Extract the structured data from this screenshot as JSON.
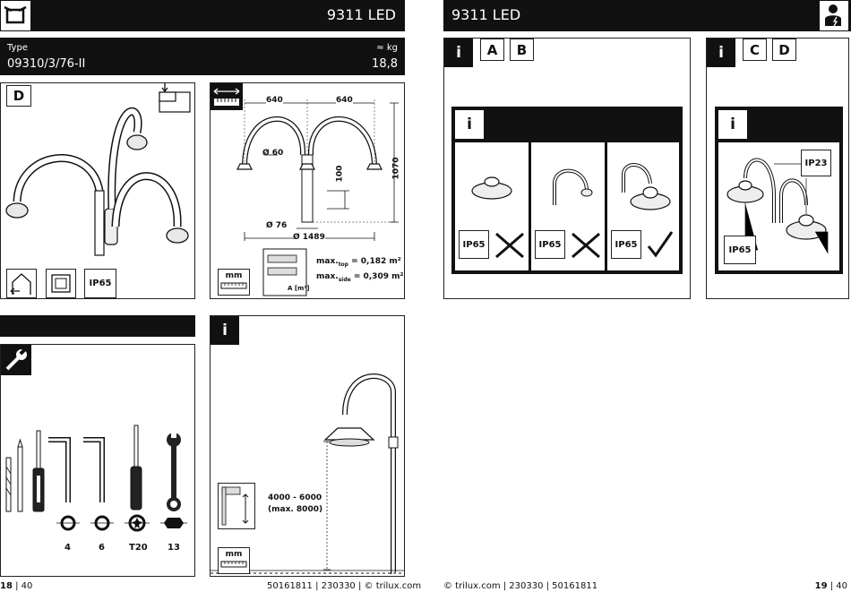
{
  "left_page": {
    "header_title": "9311 LED",
    "type_label": "Type",
    "type_value": "09310/3/76-II",
    "weight_unit": "≈ kg",
    "weight_value": "18,8",
    "panel_d_tag": "D",
    "ip_badge": "IP65",
    "dims": {
      "w_left": "640",
      "w_right": "640",
      "d60": "Ø 60",
      "d76": "Ø 76",
      "d1489": "Ø 1489",
      "h100": "100",
      "h1070": "1070",
      "mm": "mm",
      "area_unit": "A [m²]",
      "max_top": "max.",
      "top_sub": "top",
      "top_val": "= 0,182 m²",
      "max_side": "max.",
      "side_sub": "side",
      "side_val": "= 0,309 m²"
    },
    "tools": {
      "sizes": [
        "4",
        "6",
        "T20",
        "13"
      ]
    },
    "mount": {
      "info_tag": "i",
      "height_line1": "4000 - 6000",
      "height_line2": "(max. 8000)",
      "mm": "mm"
    },
    "footer_page": "18",
    "footer_total": "40",
    "footer_ref": "50161811 | 230330 | © trilux.com"
  },
  "right_page": {
    "header_title": "9311 LED",
    "panel_ab": {
      "info_tag": "i",
      "tags": [
        "A",
        "B"
      ],
      "inner_info": "i",
      "ip_labels": [
        "IP65",
        "IP65",
        "IP65"
      ]
    },
    "panel_cd": {
      "info_tag": "i",
      "tags": [
        "C",
        "D"
      ],
      "inner_info": "i",
      "ip_top": "IP23",
      "ip_bottom": "IP65"
    },
    "footer_ref": "© trilux.com | 230330 | 50161811",
    "footer_page": "19",
    "footer_total": "40"
  }
}
